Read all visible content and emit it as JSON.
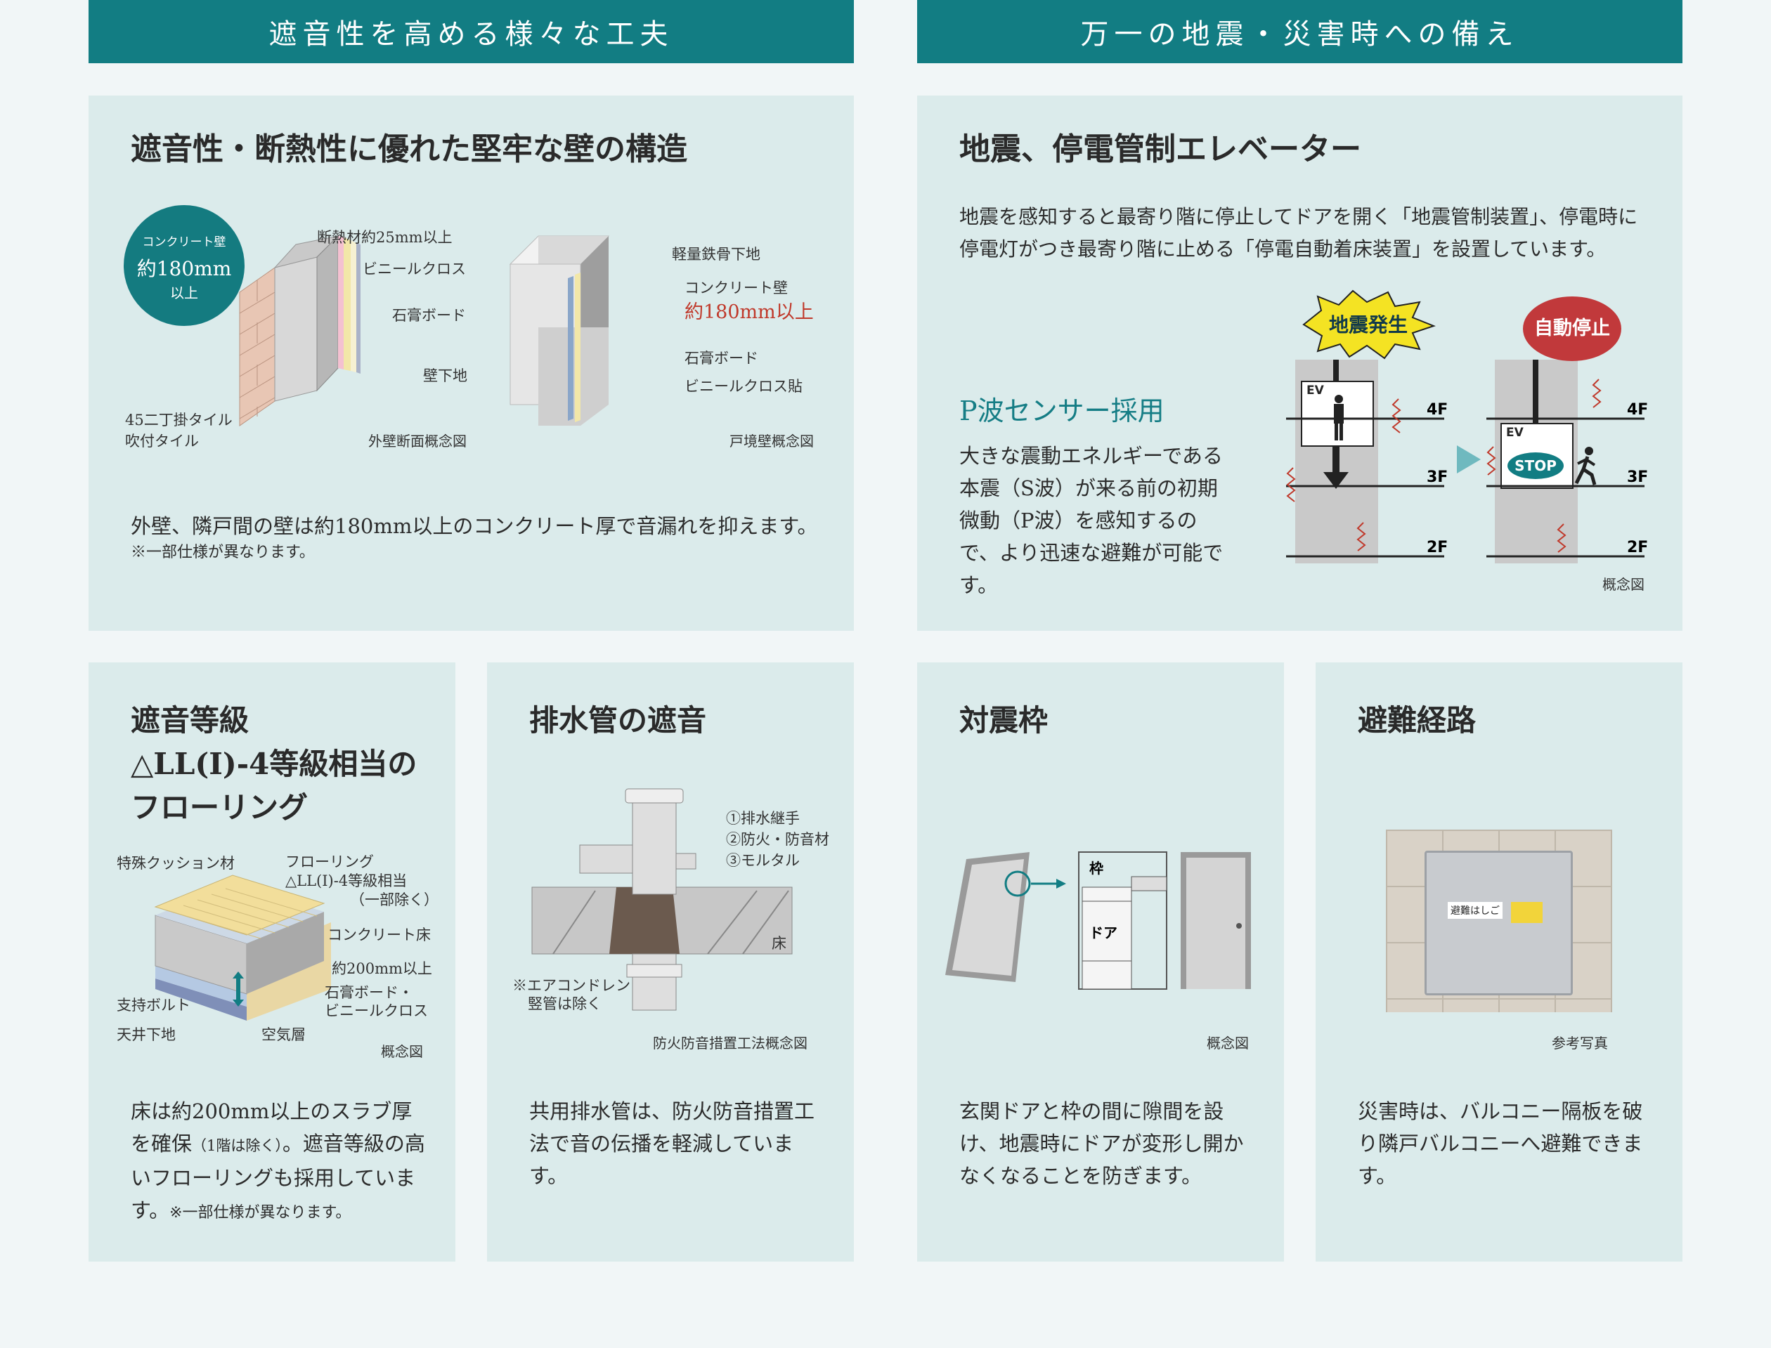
{
  "headers": {
    "left": "遮音性を高める様々な工夫",
    "right": "万一の地震・災害時への備え"
  },
  "wall": {
    "title": "遮音性・断熱性に優れた堅牢な壁の構造",
    "badge_line1": "コンクリート壁",
    "badge_line2": "約180mm",
    "badge_line3": "以上",
    "labels": {
      "insulation": "断熱材約25mm以上",
      "vinyl_cloth": "ビニールクロス",
      "gypsum": "石膏ボード",
      "base": "壁下地",
      "tile1": "45二丁掛タイル",
      "tile2": "吹付タイル",
      "light_steel": "軽量鉄骨下地",
      "concrete": "コンクリート壁",
      "concrete_thick": "約180mm以上",
      "gypsum2": "石膏ボード",
      "vinyl_paste": "ビニールクロス貼"
    },
    "caption_outer": "外壁断面概念図",
    "caption_party": "戸境壁概念図",
    "text": "外壁、隣戸間の壁は約180mm以上のコンクリート厚で音漏れを抑えます。",
    "note": "※一部仕様が異なります。"
  },
  "elevator": {
    "title": "地震、停電管制エレベーター",
    "text": "地震を感知すると最寄り階に停止してドアを開く「地震管制装置」、停電時に停電灯がつき最寄り階に止める「停電自動着床装置」を設置しています。",
    "sensor_title": "P波センサー採用",
    "sensor_text": "大きな震動エネルギーである本震（S波）が来る前の初期微動（P波）を感知するので、より迅速な避難が可能です。",
    "quake_label": "地震発生",
    "stop_label": "自動停止",
    "ev_label": "EV",
    "stop_sign": "STOP",
    "floors": [
      "4F",
      "3F",
      "2F"
    ],
    "caption": "概念図"
  },
  "flooring": {
    "title": "遮音等級\n△LL(Ⅰ)-4等級相当の\nフローリング",
    "labels": {
      "cushion": "特殊クッション材",
      "flooring1": "フローリング",
      "flooring2": "△LL(Ⅰ)-4等級相当",
      "flooring3": "（一部除く）",
      "concrete_floor": "コンクリート床",
      "thickness": "約200mm以上",
      "gypsum": "石膏ボード・",
      "vinyl": "ビニールクロス",
      "bolt": "支持ボルト",
      "ceiling": "天井下地",
      "air": "空気層"
    },
    "caption": "概念図",
    "text": "床は約200mm以上のスラブ厚を確保",
    "text_small1": "（1階は除く）",
    "text2": "。遮音等級の高いフローリングも採用しています。",
    "note": "※一部仕様が異なります。"
  },
  "drain": {
    "title": "排水管の遮音",
    "labels": {
      "joint": "①排水継手",
      "fire": "②防火・防音材",
      "mortar": "③モルタル",
      "floor": "床",
      "exclude1": "※エアコンドレン",
      "exclude2": "竪管は除く"
    },
    "caption": "防火防音措置工法概念図",
    "text": "共用排水管は、防火防音措置工法で音の伝播を軽減しています。"
  },
  "frame": {
    "title": "対震枠",
    "label_frame": "枠",
    "label_door": "ドア",
    "caption": "概念図",
    "text": "玄関ドアと枠の間に隙間を設け、地震時にドアが変形し開かなくなることを防ぎます。"
  },
  "evac": {
    "title": "避難経路",
    "hatch_label": "避難はしご",
    "caption": "参考写真",
    "text": "災害時は、バルコニー隔板を破り隣戸バルコニーへ避難できます。"
  }
}
